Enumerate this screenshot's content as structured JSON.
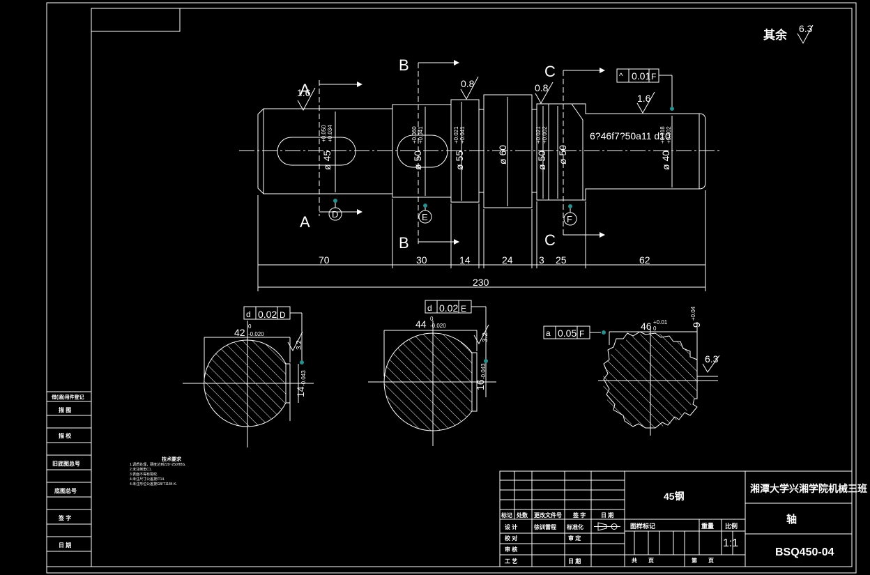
{
  "drawing": {
    "surface_finish_note": {
      "label": "其余",
      "value": "6.3"
    },
    "section_labels": {
      "A": "A",
      "B": "B",
      "C": "C"
    },
    "datum_labels": {
      "D": "D",
      "E": "E",
      "F": "F"
    },
    "roughness": {
      "r1": "1.6",
      "r2": "0.8",
      "r3": "0.8",
      "r4": "1.6",
      "r5": "6.3",
      "r6": "3.2",
      "r7": "3.2",
      "r8": "6.3"
    },
    "diameters": {
      "d45": "ø 45",
      "d45_tol_up": "+0.050",
      "d45_tol_lo": "+0.034",
      "d50a": "ø 50",
      "d50a_tol_up": "+0.060",
      "d50a_tol_lo": "+0.041",
      "d55": "ø 55",
      "d55_tol_up": "+0.021",
      "d55_tol_lo": "+0.041",
      "d60": "ø 60",
      "d50b": "ø 50",
      "d50b_tol_up": "+0.021",
      "d50b_tol_lo": "+0.002",
      "d50c": "ø 50",
      "d40": "ø 40",
      "d40_tol_up": "+0.018",
      "d40_tol_lo": "+0.002"
    },
    "spline_note": "6?46f7?50a11 d10",
    "tolerance_frames": {
      "top": {
        "symbol": "^",
        "value": "0.01",
        "datum": "F"
      },
      "secA": {
        "symbol": "d",
        "value": "0.02",
        "datum": "D"
      },
      "secB": {
        "symbol": "d",
        "value": "0.02",
        "datum": "E"
      },
      "secC": {
        "symbol": "a",
        "value": "0.05",
        "datum": "F"
      }
    },
    "lengths": {
      "l1": "70",
      "l2": "30",
      "l3": "14",
      "l4": "24",
      "l5": "3",
      "l6": "25",
      "l7": "62",
      "total": "230"
    },
    "sections": {
      "a_width": "42",
      "a_width_tol": "-0.020",
      "a_width_tol0": "0",
      "a_depth": "14",
      "a_depth_tol": "-0.043",
      "b_width": "44",
      "b_width_tol": "-0.020",
      "b_width_tol0": "0",
      "b_depth": "16",
      "b_depth_tol": "-0.043",
      "c_width": "46",
      "c_width_tol": "+0.01",
      "c_width_tol0": "0",
      "c_depth": "9",
      "c_depth_tol": "+0.04"
    }
  },
  "tech_requirements": {
    "title": "技术要求",
    "lines": [
      "1.调质处理，硬度达到220~250HBS.",
      "2.未注倒角C1.",
      "3.表面不得有裂纹.",
      "4.未注尺寸公差按IT14.",
      "4.未注形位公差按GB/T1184-K."
    ]
  },
  "side_panel": [
    "借(通)用件登记",
    "描 图",
    "描 校",
    "旧底图总号",
    "底图总号",
    "签 字",
    "日 期"
  ],
  "title_block": {
    "company": "湘潭大学兴湘学院机械三班",
    "material": "45钢",
    "part_name": "轴",
    "drawing_no": "BSQ450-04",
    "scale_label": "比例",
    "scale": "1:1",
    "weight_label": "重量",
    "stage_label": "图样标记",
    "rev_headers": [
      "标记",
      "处数",
      "更改文件号",
      "签 字",
      "日 期"
    ],
    "rows": {
      "design": "设 计",
      "std": "标准化",
      "check": "校 对",
      "review": "审 核",
      "process": "工 艺",
      "approve": "审 定",
      "date": "日 期",
      "sign_person": "徐训雷程"
    },
    "sheets": "共　　页",
    "sheet_no": "第　　页"
  }
}
